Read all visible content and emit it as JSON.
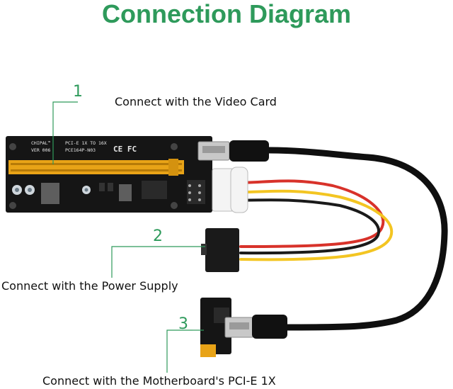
{
  "title": "Connection Diagram",
  "callouts": [
    {
      "number": "1",
      "caption": "Connect with the Video Card"
    },
    {
      "number": "2",
      "caption": "Connect with the Power Supply"
    },
    {
      "number": "3",
      "caption": "Connect with the Motherboard's PCI-E 1X"
    }
  ],
  "board": {
    "brand": "CHIPAL™",
    "version": "VER 006",
    "model_line": "PCI-E 1X TO 16X",
    "part_number": "PCE164P-N03",
    "marks": "CE FC"
  },
  "colors": {
    "accent": "#2e9a5b",
    "board": "#151515",
    "slot": "#e8a317",
    "cable": "#0f0f0f",
    "usb_port": "#c8c8c8",
    "molex": "#f4f4f4",
    "wire_red": "#d8322a",
    "wire_yellow": "#f3c522",
    "wire_black": "#1a1a1a"
  }
}
